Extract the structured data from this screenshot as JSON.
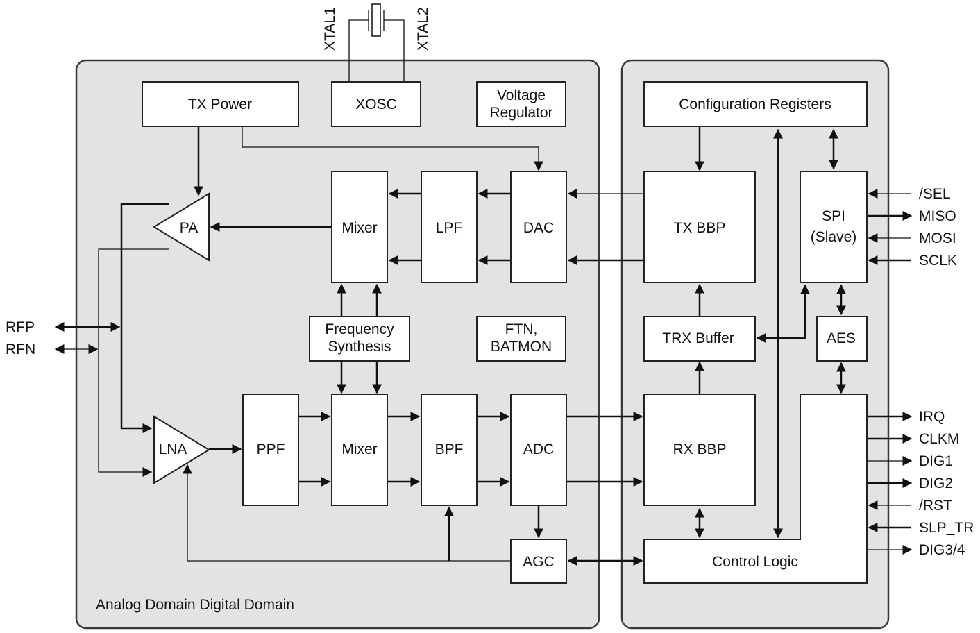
{
  "blocks": {
    "tx_power": "TX Power",
    "xosc": "XOSC",
    "voltage_regulator": [
      "Voltage",
      "Regulator"
    ],
    "config_registers": "Configuration Registers",
    "mixer_tx": "Mixer",
    "lpf": "LPF",
    "dac": "DAC",
    "tx_bbp": "TX BBP",
    "spi": [
      "SPI",
      "(Slave)"
    ],
    "pa": "PA",
    "freq_synth": [
      "Frequency",
      "Synthesis"
    ],
    "ftn_batmon": [
      "FTN,",
      "BATMON"
    ],
    "trx_buffer": "TRX Buffer",
    "aes": "AES",
    "lna": "LNA",
    "ppf": "PPF",
    "mixer_rx": "Mixer",
    "bpf": "BPF",
    "adc": "ADC",
    "rx_bbp": "RX BBP",
    "agc": "AGC",
    "control_logic": "Control Logic"
  },
  "pins": {
    "xtal1": "XTAL1",
    "xtal2": "XTAL2",
    "rfp": "RFP",
    "rfn": "RFN",
    "sel": "/SEL",
    "miso": "MISO",
    "mosi": "MOSI",
    "sclk": "SCLK",
    "irq": "IRQ",
    "clkm": "CLKM",
    "dig1": "DIG1",
    "dig2": "DIG2",
    "rst": "/RST",
    "slp_tr": "SLP_TR",
    "dig34": "DIG3/4"
  },
  "domain_caption": "Analog Domain Digital Domain"
}
